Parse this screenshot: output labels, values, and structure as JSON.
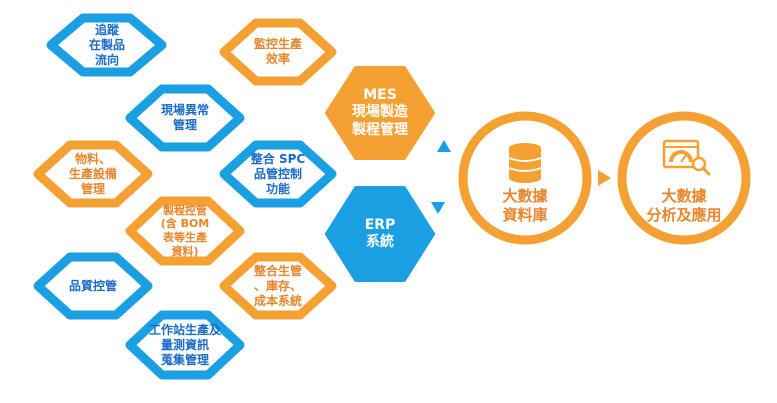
{
  "colors": {
    "blue": "#1a9fe3",
    "orange": "#f5a033",
    "blue_text": "#1a6cc8",
    "orange_text": "#e8862b"
  },
  "modules": [
    {
      "id": "trace",
      "label": "追蹤\n在製品\n流向",
      "color": "blue"
    },
    {
      "id": "monitor",
      "label": "監控生產\n效率",
      "color": "orange"
    },
    {
      "id": "anomaly",
      "label": "現場異常\n管理",
      "color": "blue"
    },
    {
      "id": "material",
      "label": "物料、\n生產設備\n管理",
      "color": "orange"
    },
    {
      "id": "spc",
      "label": "整合 SPC\n品管控制\n功能",
      "color": "blue"
    },
    {
      "id": "process",
      "label": "製程控管\n(含 BOM\n表等生產\n資料)",
      "color": "orange"
    },
    {
      "id": "quality",
      "label": "品質控管",
      "color": "blue"
    },
    {
      "id": "integrate",
      "label": "整合生管\n、庫存、\n成本系統",
      "color": "orange"
    },
    {
      "id": "workstation",
      "label": "工作站生產及\n量測資訊\n蒐集管理",
      "color": "blue"
    }
  ],
  "mes": {
    "label": "MES\n現場製造\n製程管理"
  },
  "erp": {
    "label": "ERP\n系統"
  },
  "database": {
    "label": "大數據\n資料庫",
    "icon": "database-icon"
  },
  "analytics": {
    "label": "大數據\n分析及應用",
    "icon": "dashboard-search-icon"
  }
}
